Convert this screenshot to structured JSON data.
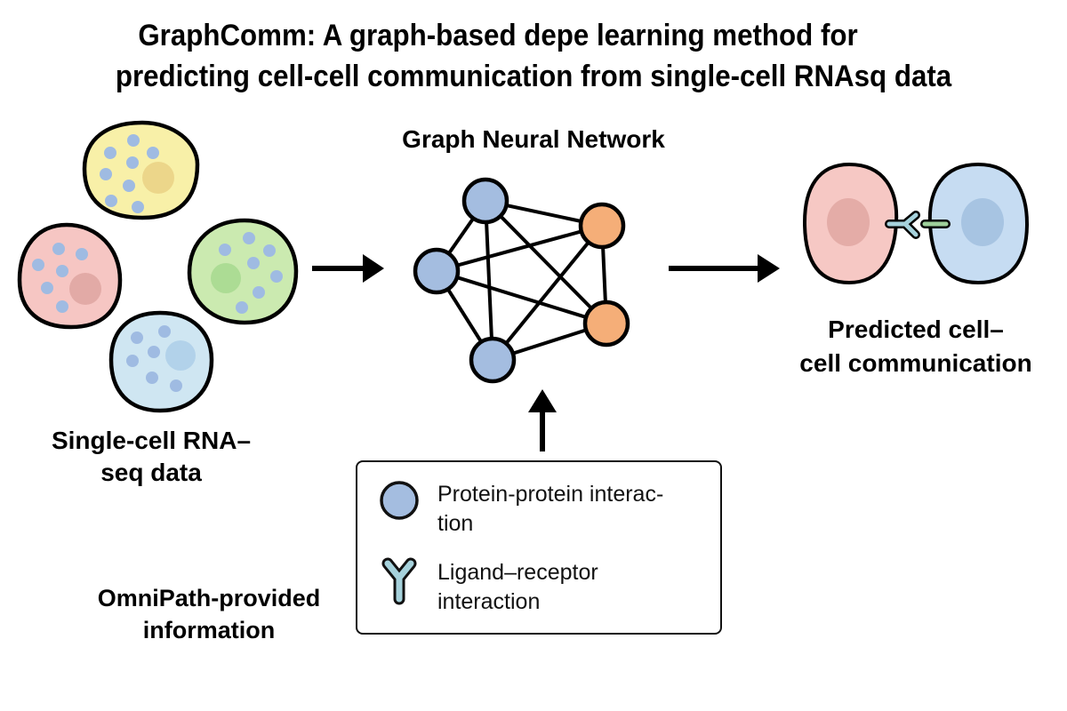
{
  "title": {
    "line1": "GraphComm: A graph-based depe learning method for",
    "line2": "predicting cell-cell communication from single-cell RNAsq data"
  },
  "sections": {
    "input": {
      "label_line1": "Single-cell RNA–",
      "label_line2": "seq data",
      "cells": [
        {
          "name": "yellow-cell",
          "fill": "#f8f0a8",
          "nucleus": "#ecd68a"
        },
        {
          "name": "pink-cell",
          "fill": "#f6c6c3",
          "nucleus": "#e2aaa6"
        },
        {
          "name": "green-cell",
          "fill": "#cbeab0",
          "nucleus": "#acdc94"
        },
        {
          "name": "blue-cell",
          "fill": "#cfe6f2",
          "nucleus": "#b2d2ea"
        }
      ]
    },
    "model": {
      "label": "Graph Neural Network",
      "nodes": [
        {
          "id": "n1",
          "type": "blue"
        },
        {
          "id": "n2",
          "type": "blue"
        },
        {
          "id": "n3",
          "type": "blue"
        },
        {
          "id": "n4",
          "type": "orange"
        },
        {
          "id": "n5",
          "type": "orange"
        }
      ],
      "edges": [
        [
          "n1",
          "n2"
        ],
        [
          "n1",
          "n3"
        ],
        [
          "n1",
          "n4"
        ],
        [
          "n1",
          "n5"
        ],
        [
          "n2",
          "n3"
        ],
        [
          "n2",
          "n4"
        ],
        [
          "n2",
          "n5"
        ],
        [
          "n3",
          "n4"
        ],
        [
          "n3",
          "n5"
        ],
        [
          "n4",
          "n5"
        ]
      ]
    },
    "output": {
      "label_line1": "Predicted cell–",
      "label_line2": "cell communication"
    },
    "prior": {
      "label_line1": "OmniPath-provided",
      "label_line2": "information",
      "legend": [
        {
          "icon": "circle-node-icon",
          "text": "Protein-protein interac-\ntion"
        },
        {
          "icon": "receptor-y-icon",
          "text": "Ligand–receptor\ninteraction"
        }
      ]
    }
  },
  "colors": {
    "node_blue": "#a4bde0",
    "node_orange": "#f5ae78",
    "receptor": "#a6d2dc",
    "ligand": "#9ed09a",
    "cell_left": "#f6c8c4",
    "cell_right": "#c6dcf2",
    "vesicle": "#9fbbe2"
  }
}
